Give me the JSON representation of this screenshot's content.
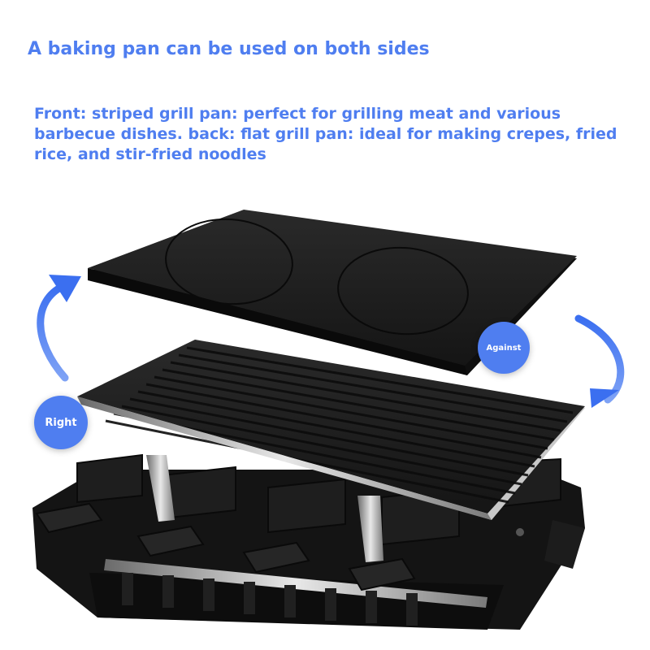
{
  "headline": "A baking pan can be used on both sides",
  "description": "Front: striped grill pan: perfect for grilling meat and various barbecue dishes. back: flat grill pan: ideal for making crepes, fried rice, and stir-fried noodles",
  "badges": {
    "front": "Right",
    "back": "Against"
  },
  "colors": {
    "accent": "#4f7ef0",
    "pan": "#1b1b1b",
    "background": "#ffffff"
  },
  "icons": {
    "flip_arrow_left": "curved-arrow-up",
    "flip_arrow_right": "curved-arrow-down"
  }
}
